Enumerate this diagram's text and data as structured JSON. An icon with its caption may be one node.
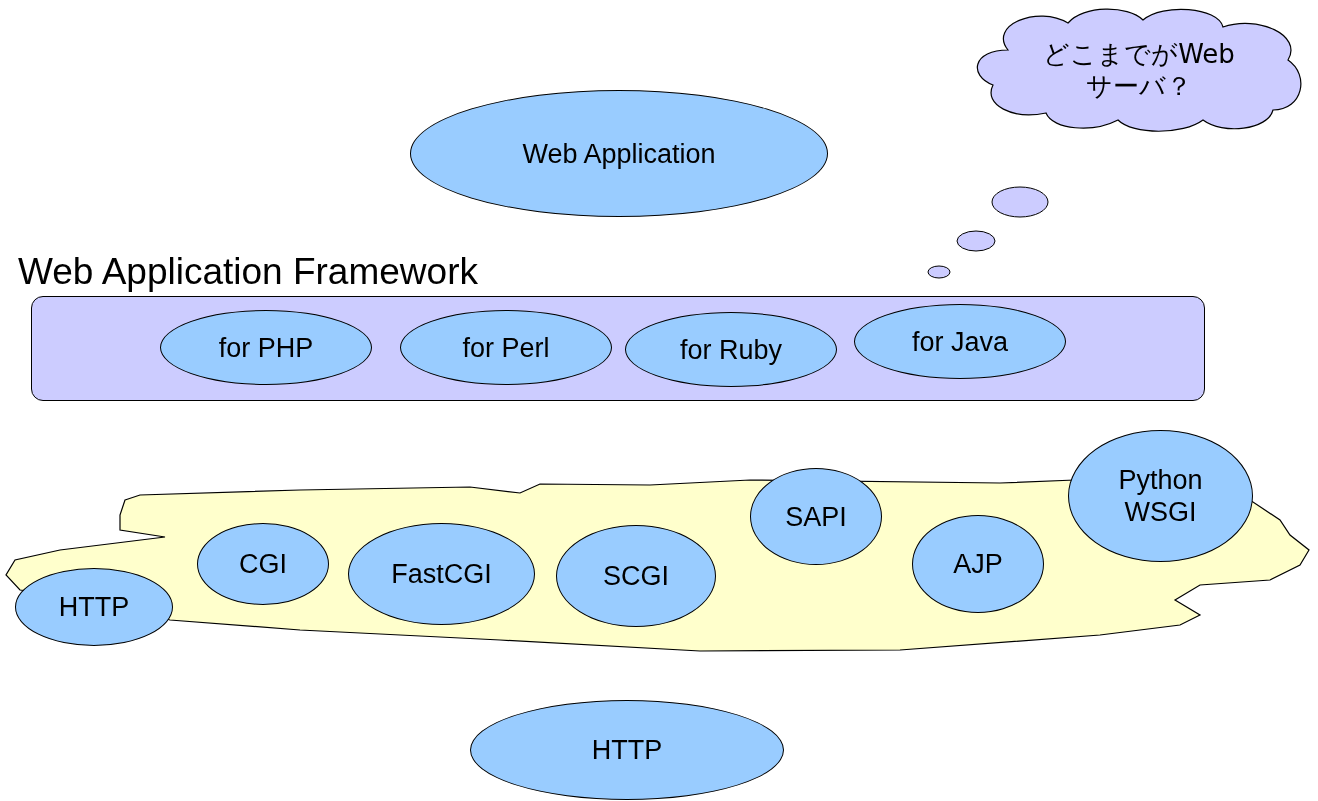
{
  "diagram": {
    "nodes": [
      {
        "text": [
          "どこまでがWebサーバ？"
        ]
      },
      {
        "text": [
          "Web Application"
        ]
      },
      {
        "text": [
          "Web Application Framework"
        ]
      },
      {
        "text": [
          "for PHP"
        ],
        "in": 2
      },
      {
        "text": [
          "for Perl"
        ],
        "in": 2
      },
      {
        "text": [
          "for Ruby"
        ],
        "in": 2
      },
      {
        "text": [
          "for Java"
        ],
        "in": 2
      },
      {
        "text": [],
        "shape": "cloud"
      },
      {
        "text": [
          "HTTP"
        ]
      },
      {
        "text": [
          "CGI"
        ],
        "in": 7
      },
      {
        "text": [
          "FastCGI"
        ],
        "in": 7
      },
      {
        "text": [
          "SCGI"
        ],
        "in": 7
      },
      {
        "text": [
          "SAPI"
        ]
      },
      {
        "text": [
          "AJP"
        ],
        "in": 7
      },
      {
        "text": [
          "Python WSGI"
        ]
      },
      {
        "text": [
          "HTTP"
        ]
      }
    ]
  }
}
